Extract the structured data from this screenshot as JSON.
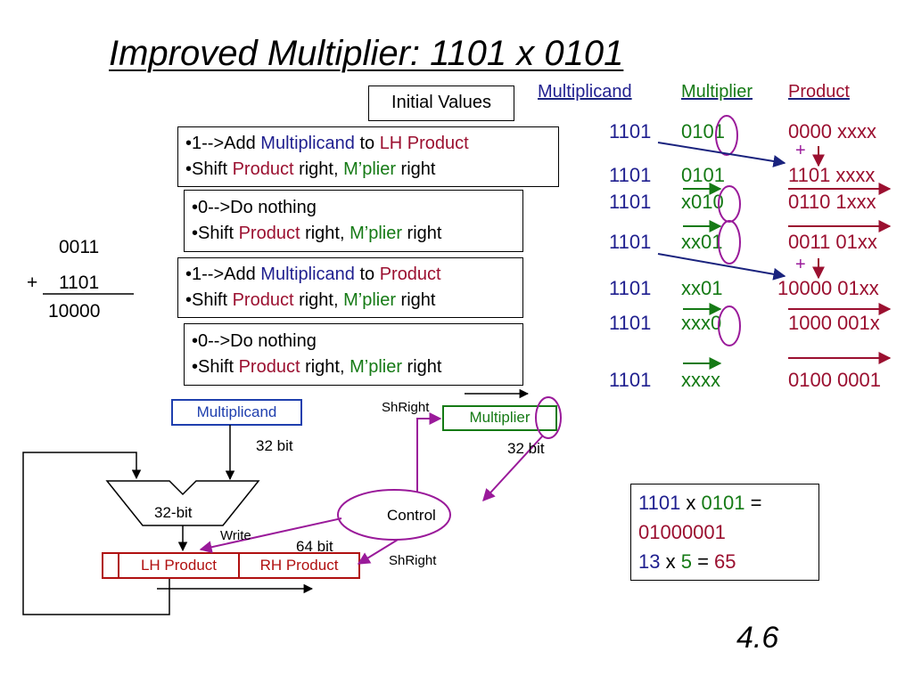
{
  "title": "Improved Multiplier: 1101 x 0101",
  "initial_values": "Initial Values",
  "steps": [
    {
      "l1_pre": "•1-->Add ",
      "l1_a": "Multiplicand",
      "l1_mid": " to ",
      "l1_b": "LH Product",
      "l2_pre": "•Shift ",
      "l2_a": "Product",
      "l2_mid": " right, ",
      "l2_b": "M’plier",
      "l2_post": " right"
    },
    {
      "l1_pre": "•0-->Do nothing",
      "l2_pre": "•Shift ",
      "l2_a": "Product",
      "l2_mid": " right, ",
      "l2_b": "M’plier",
      "l2_post": " right"
    },
    {
      "l1_pre": "•1-->Add ",
      "l1_a": "Multiplicand",
      "l1_mid": " to ",
      "l1_b": "Product",
      "l2_pre": "•Shift ",
      "l2_a": "Product",
      "l2_mid": " right, ",
      "l2_b": "M’plier",
      "l2_post": " right"
    },
    {
      "l1_pre": "•0-->Do nothing",
      "l2_pre": "•Shift ",
      "l2_a": "Product",
      "l2_mid": " right, ",
      "l2_b": "M’plier",
      "l2_post": " right"
    }
  ],
  "headers": {
    "multiplicand": "Multiplicand",
    "multiplier": "Multiplier",
    "product": "Product"
  },
  "trace": [
    {
      "mc": "1101",
      "mp": "0101",
      "pr": "0000 xxxx"
    },
    {
      "mc": "1101",
      "mp": "0101",
      "pr": "1101 xxxx"
    },
    {
      "mc": "1101",
      "mp": "x010",
      "pr": "0110 1xxx"
    },
    {
      "mc": "1101",
      "mp": "xx01",
      "pr": "0011 01xx"
    },
    {
      "mc": "1101",
      "mp": "xx01",
      "pr": "10000 01xx"
    },
    {
      "mc": "1101",
      "mp": "xxx0",
      "pr": "1000 001x"
    },
    {
      "mc": "1101",
      "mp": "xxxx",
      "pr": "0100 0001"
    }
  ],
  "plus": "+",
  "side_sum": {
    "a": "0011",
    "plus": "+",
    "b": "1101",
    "result": "10000"
  },
  "result_box": {
    "a": "1101",
    "x": " x ",
    "b": "0101",
    "eq": " =",
    "product": "01000001",
    "dec_a": "13",
    "dec_b": "5",
    "dec_p": "65"
  },
  "diagram": {
    "multiplicand": "Multiplicand",
    "multiplicand_bits": "32 bit",
    "alu": "32-bit",
    "control": "Control",
    "write": "Write",
    "product_bits": "64 bit",
    "lh_product": "LH Product",
    "rh_product": "RH Product",
    "shright_top": "ShRight",
    "shright_bottom": "ShRight",
    "multiplier": "Multiplier",
    "multiplier_bits": "32 bit"
  },
  "page_number": "4.6",
  "colors": {
    "blue": "#1f1f8f",
    "red": "#9b1030",
    "green": "#157a15",
    "purple": "#9a1a9a",
    "navy": "#1a237e"
  }
}
